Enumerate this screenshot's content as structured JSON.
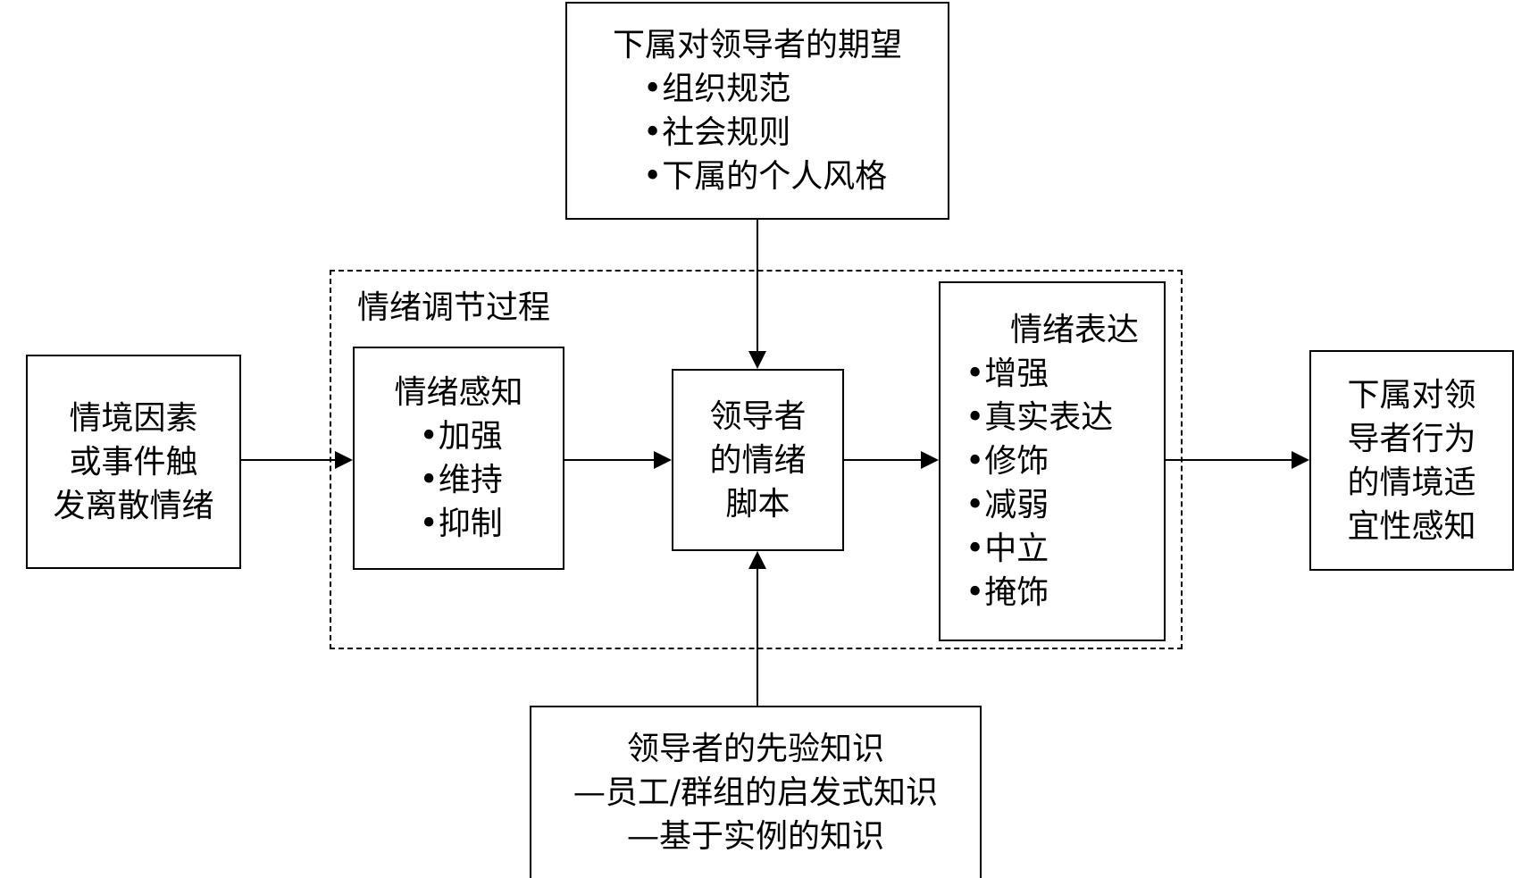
{
  "diagram": {
    "regulation_process_title": "情绪调节过程",
    "top_box": {
      "heading": "下属对领导者的期望",
      "items": [
        "组织规范",
        "社会规则",
        "下属的个人风格"
      ]
    },
    "left_box": {
      "lines": [
        "情境因素",
        "或事件触",
        "发离散情绪"
      ]
    },
    "perception_box": {
      "heading": "情绪感知",
      "items": [
        "加强",
        "维持",
        "抑制"
      ]
    },
    "script_box": {
      "lines": [
        "领导者",
        "的情绪",
        "脚本"
      ]
    },
    "expression_box": {
      "heading": "情绪表达",
      "items": [
        "增强",
        "真实表达",
        "修饰",
        "减弱",
        "中立",
        "掩饰"
      ]
    },
    "right_box": {
      "lines": [
        "下属对领",
        "导者行为",
        "的情境适",
        "宜性感知"
      ]
    },
    "bottom_box": {
      "lines": [
        "领导者的先验知识",
        "—员工/群组的启发式知识",
        "—基于实例的知识"
      ]
    }
  },
  "colors": {
    "stroke": "#000000",
    "background": "#ffffff"
  }
}
